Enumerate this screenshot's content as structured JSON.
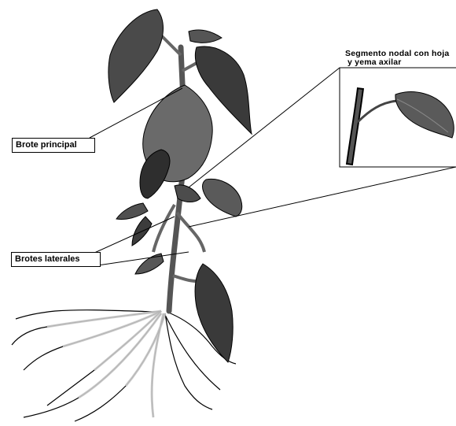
{
  "labels": {
    "main_shoot": "Brote principal",
    "lateral_shoots": "Brotes laterales",
    "nodal_title_line1": "Segmento nodal con  hoja",
    "nodal_title_line2": "y yema axilar"
  },
  "colors": {
    "leaf_dark": "#3a3a3a",
    "leaf_mid": "#5a5a5a",
    "stem": "#6b6b6b",
    "root": "#d9d9d9",
    "outline": "#000000"
  }
}
